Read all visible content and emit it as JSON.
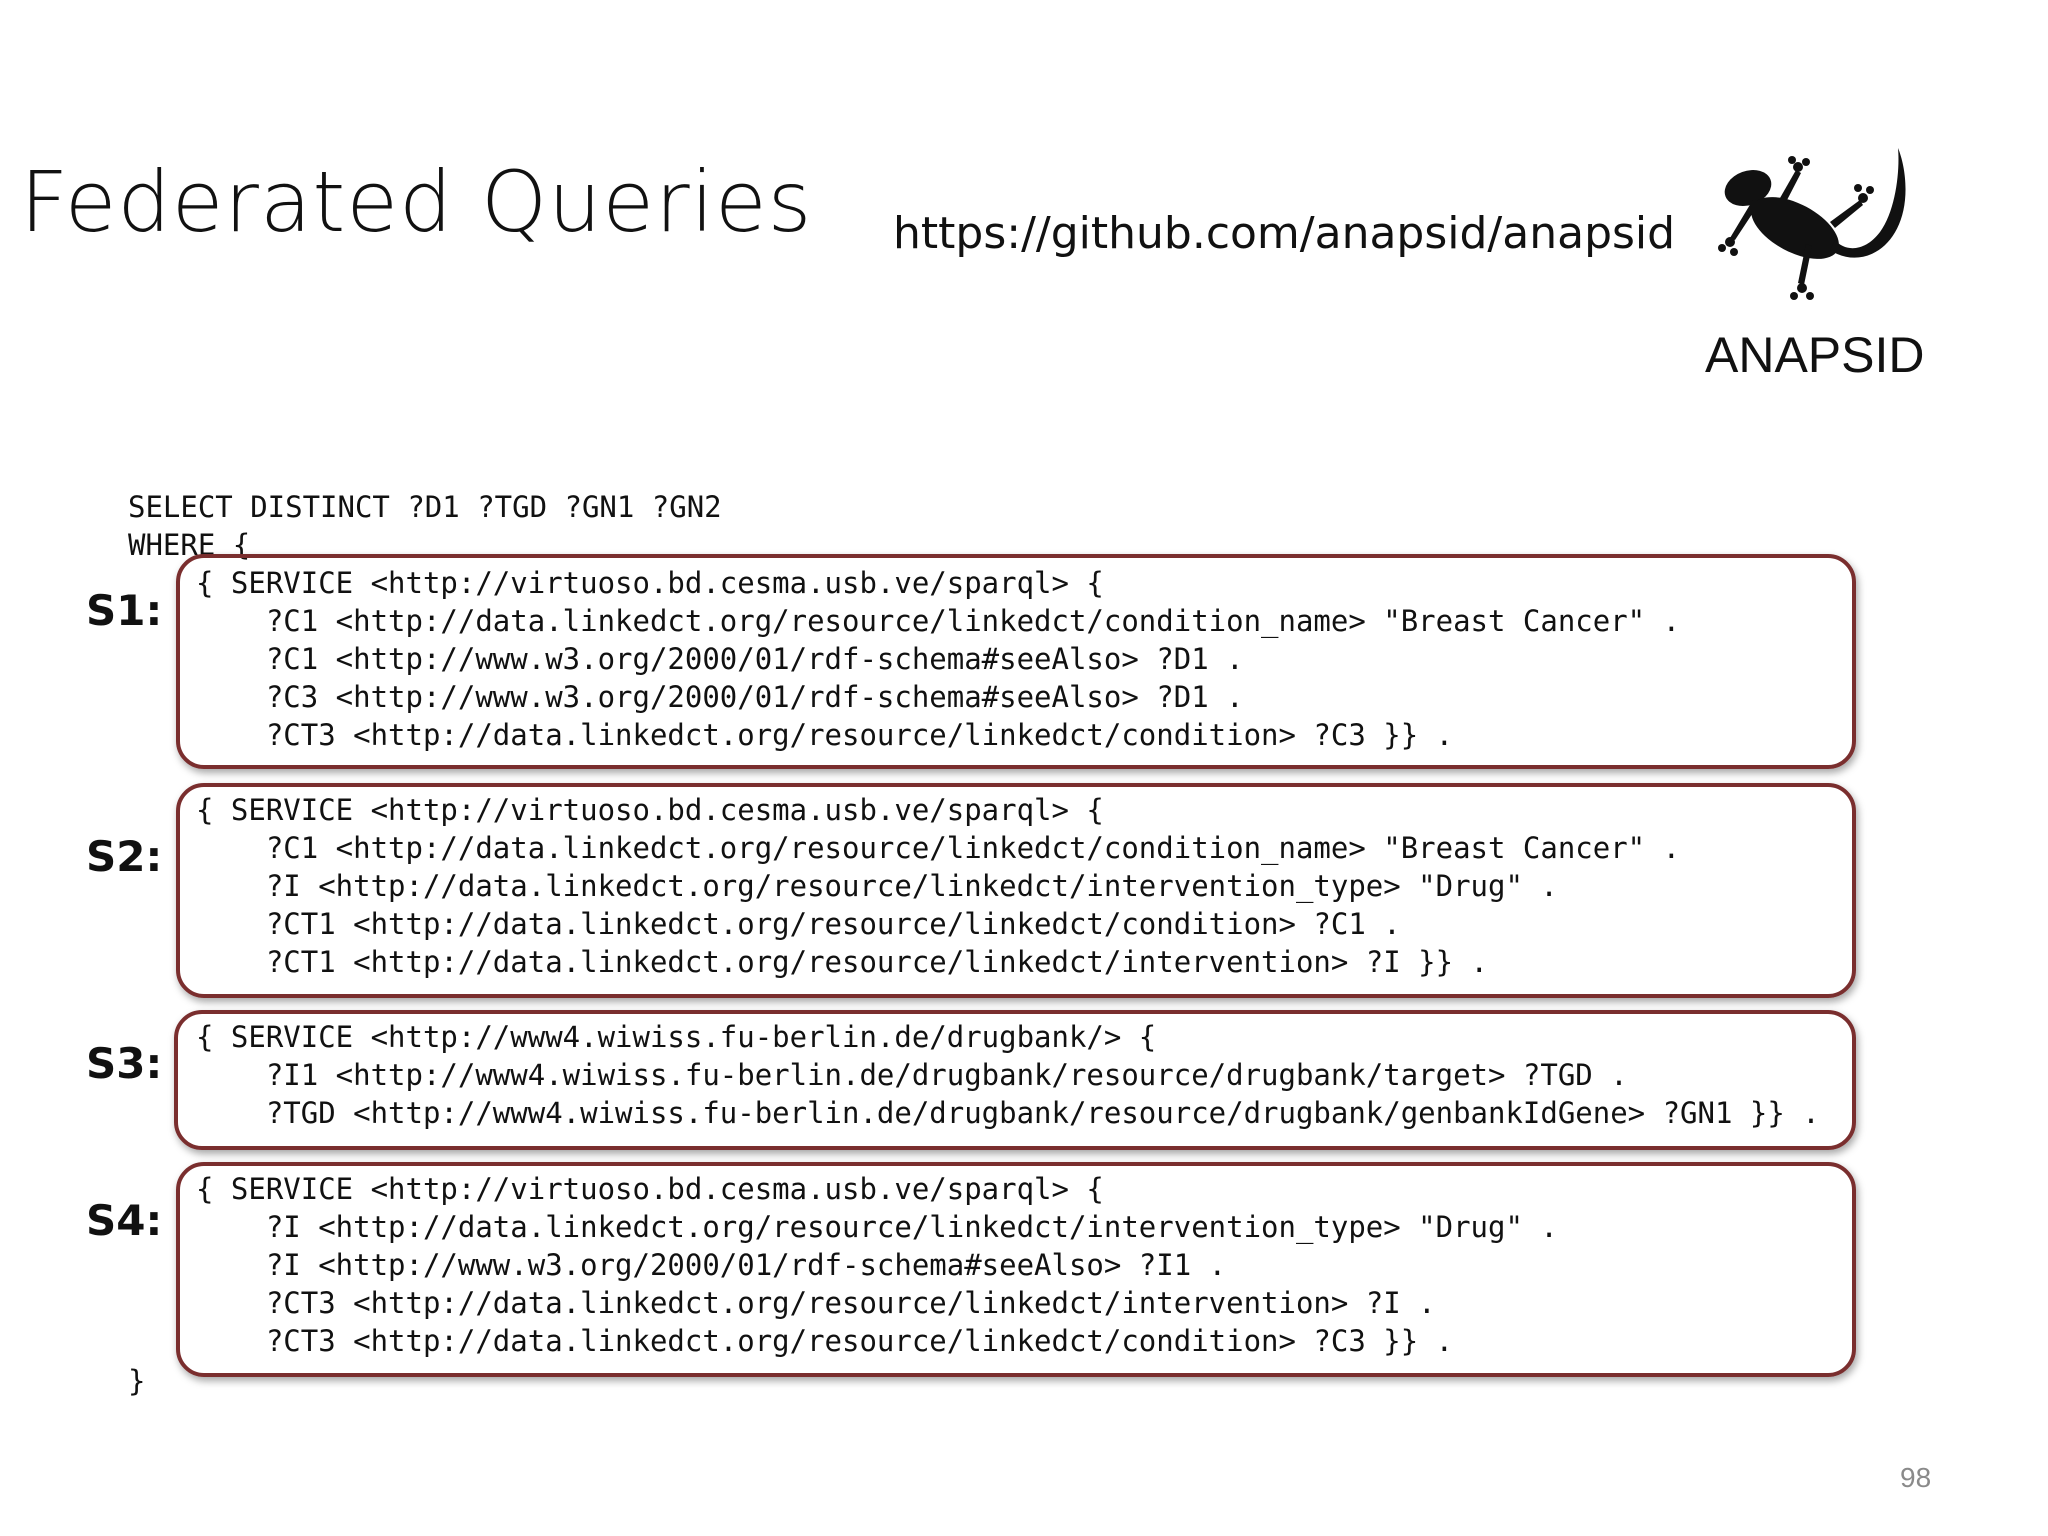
{
  "slide": {
    "title": "Federated Queries",
    "url": "https://github.com/anapsid/anapsid",
    "logo_label": "ANAPSID",
    "logo_icon": "gecko-icon",
    "page_number": "98"
  },
  "query": {
    "select": "SELECT DISTINCT ?D1 ?TGD ?GN1 ?GN2",
    "where": "WHERE {",
    "close": "}",
    "blocks": [
      {
        "label": "S1:",
        "lines": [
          "{ SERVICE <http://virtuoso.bd.cesma.usb.ve/sparql> {",
          "    ?C1 <http://data.linkedct.org/resource/linkedct/condition_name> \"Breast Cancer\" .",
          "    ?C1 <http://www.w3.org/2000/01/rdf-schema#seeAlso> ?D1 .",
          "    ?C3 <http://www.w3.org/2000/01/rdf-schema#seeAlso> ?D1 .",
          "    ?CT3 <http://data.linkedct.org/resource/linkedct/condition> ?C3 }} ."
        ]
      },
      {
        "label": "S2:",
        "lines": [
          "{ SERVICE <http://virtuoso.bd.cesma.usb.ve/sparql> {",
          "    ?C1 <http://data.linkedct.org/resource/linkedct/condition_name> \"Breast Cancer\" .",
          "    ?I <http://data.linkedct.org/resource/linkedct/intervention_type> \"Drug\" .",
          "    ?CT1 <http://data.linkedct.org/resource/linkedct/condition> ?C1 .",
          "    ?CT1 <http://data.linkedct.org/resource/linkedct/intervention> ?I }} ."
        ]
      },
      {
        "label": "S3:",
        "lines": [
          "{ SERVICE <http://www4.wiwiss.fu-berlin.de/drugbank/> {",
          "    ?I1 <http://www4.wiwiss.fu-berlin.de/drugbank/resource/drugbank/target> ?TGD .",
          "    ?TGD <http://www4.wiwiss.fu-berlin.de/drugbank/resource/drugbank/genbankIdGene> ?GN1 }} ."
        ]
      },
      {
        "label": "S4:",
        "lines": [
          "{ SERVICE <http://virtuoso.bd.cesma.usb.ve/sparql> {",
          "    ?I <http://data.linkedct.org/resource/linkedct/intervention_type> \"Drug\" .",
          "    ?I <http://www.w3.org/2000/01/rdf-schema#seeAlso> ?I1 .",
          "    ?CT3 <http://data.linkedct.org/resource/linkedct/intervention> ?I .",
          "    ?CT3 <http://data.linkedct.org/resource/linkedct/condition> ?C3 }} ."
        ]
      }
    ]
  },
  "colors": {
    "box_border": "#7a2e2e",
    "page_number": "#8a8a8a"
  }
}
